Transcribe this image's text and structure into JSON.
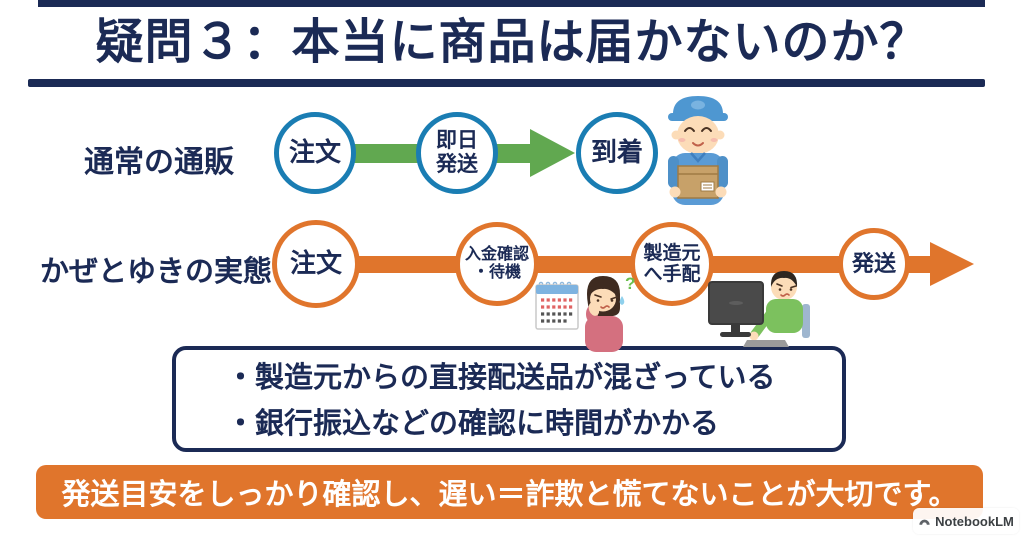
{
  "title": "疑問３：本当に商品は届かないのか？",
  "rows": {
    "normal": {
      "label": "通常の通販",
      "steps": [
        "注文",
        "即日\n発送",
        "到着"
      ]
    },
    "kazetoyuki": {
      "label": "かぜとゆきの実態",
      "steps": [
        "注文",
        "入金確認\n・待機",
        "製造元\nへ手配",
        "発送"
      ]
    }
  },
  "notes": [
    "・製造元からの直接配送品が混ざっている",
    "・銀行振込などの確認に時間がかかる"
  ],
  "banner": "発送目安をしっかり確認し、遅い＝詐欺と慌てないことが大切です。",
  "watermark": "NotebookLM",
  "icons": {
    "green_flow_arrow": "green-flow-arrow-icon",
    "orange_flow_arrow": "orange-flow-arrow-icon",
    "delivery_person": "delivery-person-illustration",
    "worried_woman_calendar": "worried-woman-calendar-illustration",
    "worried_man_computer": "worried-man-computer-illustration",
    "notebooklm_logo": "notebooklm-logo-icon"
  },
  "colors": {
    "navy": "#1b2a55",
    "blue": "#1a7db3",
    "green": "#61a850",
    "orange": "#e0752c"
  }
}
